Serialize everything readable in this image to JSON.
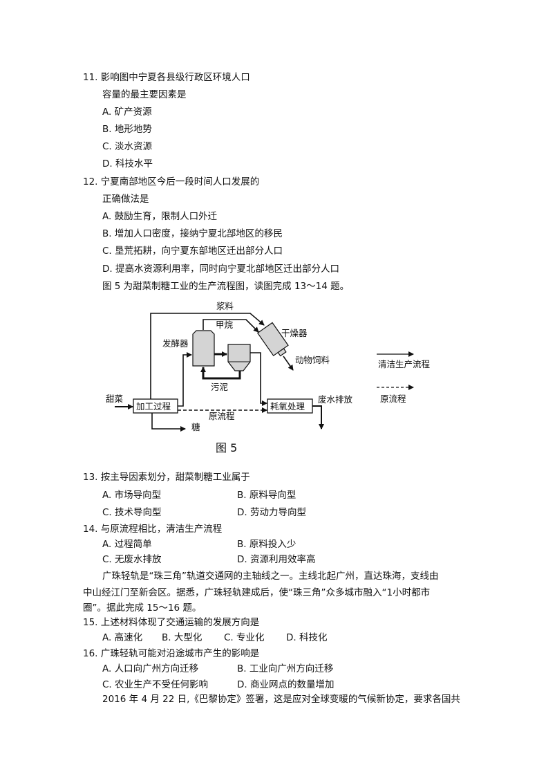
{
  "q11": {
    "stem1": "11. 影响图中宁夏各县级行政区环境人口",
    "stem2": "容量的最主要因素是",
    "options": [
      "A. 矿产资源",
      "B. 地形地势",
      "C. 淡水资源",
      "D. 科技水平"
    ]
  },
  "q12": {
    "stem1": "12. 宁夏南部地区今后一段时间人口发展的",
    "stem2": "正确做法是",
    "options": [
      "A. 鼓励生育，限制人口外迁",
      "B. 增加人口密度，接纳宁夏北部地区的移民",
      "C. 垦荒拓耕，向宁夏东部地区迁出部分人口",
      "D. 提高水资源利用率，同时向宁夏北部地区迁出部分人口"
    ]
  },
  "intro13": "图 5 为甜菜制糖工业的生产流程图，读图完成 13～14 题。",
  "figure": {
    "labels": {
      "slurry": "浆料",
      "methane": "甲烷",
      "fermenter": "发酵器",
      "dryer": "干燥器",
      "feed": "动物饲料",
      "sludge": "污泥",
      "beet": "甜菜",
      "processing": "加工过程",
      "original_flow": "原流程",
      "oxygen_treatment": "耗氧处理",
      "wastewater": "废水排放",
      "sugar": "糖"
    },
    "legend": {
      "clean": "清洁生产流程",
      "original": "原流程"
    },
    "caption": "图 5"
  },
  "q13": {
    "stem": "13. 按主导因素划分，甜菜制糖工业属于",
    "options": [
      "A. 市场导向型",
      "B. 原料导向型",
      "C. 技术导向型",
      "D. 劳动力导向型"
    ]
  },
  "q14": {
    "stem": "14. 与原流程相比，清洁生产流程",
    "options": [
      "A. 过程简单",
      "B. 原料投入少",
      "C. 无废水排放",
      "D. 资源利用效率高"
    ]
  },
  "passage15": [
    "广珠轻轨是“珠三角”轨道交通网的主轴线之一。主线北起广州，直达珠海，支线由",
    "中山经江门至新会区。据悉，广珠轻轨建成后，使“珠三角”众多城市融入“1小时都市",
    "圈”。据此完成 15～16 题。"
  ],
  "q15": {
    "stem": "15. 上述材料体现了交通运输的发展方向是",
    "options": [
      "A. 高速化",
      "B. 大型化",
      "C. 专业化",
      "D. 科技化"
    ]
  },
  "q16": {
    "stem": "16. 广珠轻轨可能对沿途城市产生的影响是",
    "options": [
      "A. 人口向广州方向迁移",
      "B. 工业向广州方向迁移",
      "C. 农业生产不受任何影响",
      "D. 商业网点的数量增加"
    ]
  },
  "passage17": "2016 年 4 月 22 日,《巴黎协定》签署，这是应对全球变暖的气候新协定，要求各国共"
}
